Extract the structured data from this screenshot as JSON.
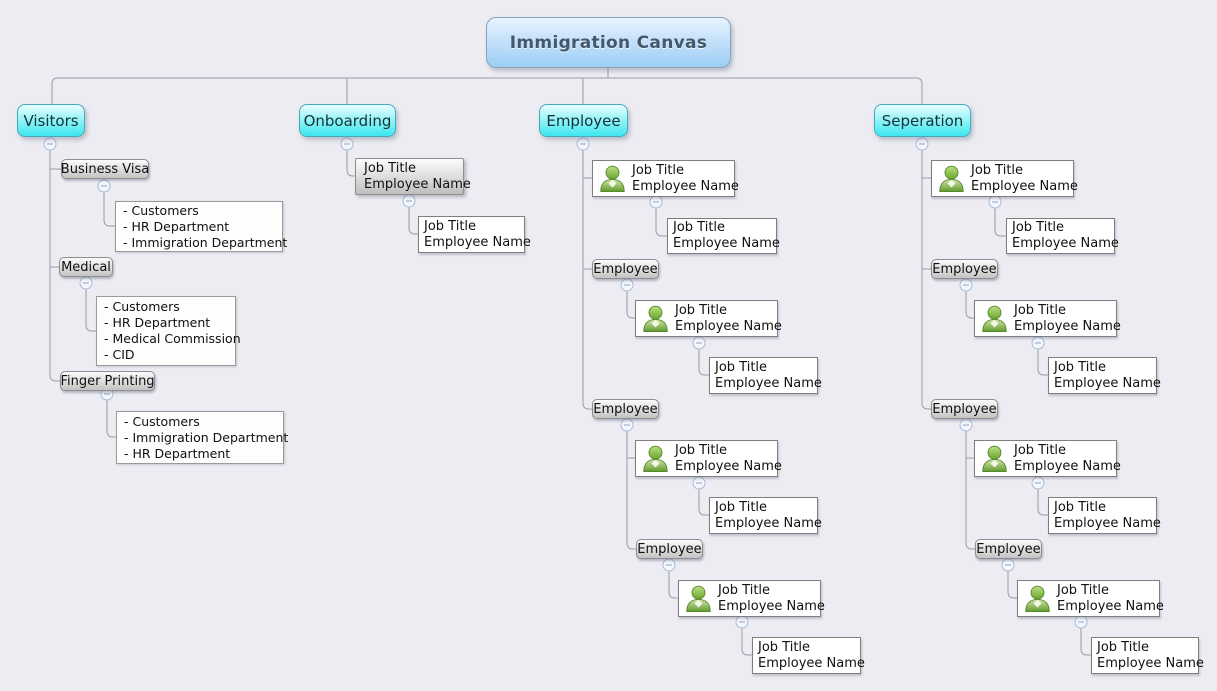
{
  "window": {
    "title": "Immigration Canvas",
    "type": "mind-map-canvas"
  },
  "map": {
    "root": {
      "label": "Immigration Canvas"
    },
    "branches": [
      {
        "label": "Visitors",
        "children": [
          {
            "label": "Business Visa",
            "note": [
              "- Customers",
              "- HR Department",
              "- Immigration Department"
            ]
          },
          {
            "label": "Medical",
            "note": [
              "- Customers",
              "- HR Department",
              "- Medical Commission",
              "- CID"
            ]
          },
          {
            "label": "Finger Printing",
            "note": [
              "- Customers",
              "- Immigration Department",
              "- HR Department"
            ]
          }
        ]
      },
      {
        "label": "Onboarding",
        "children": [
          {
            "title": "Job Title",
            "name": "Employee Name",
            "children": [
              {
                "title": "Job Title",
                "name": "Employee Name"
              }
            ]
          }
        ]
      },
      {
        "label": "Employee",
        "children": [
          {
            "title": "Job Title",
            "name": "Employee Name",
            "icon": "person",
            "children": [
              {
                "title": "Job Title",
                "name": "Employee Name"
              }
            ]
          },
          {
            "label": "Employee",
            "children": [
              {
                "title": "Job Title",
                "name": "Employee Name",
                "icon": "person",
                "children": [
                  {
                    "title": "Job Title",
                    "name": "Employee Name"
                  }
                ]
              }
            ]
          },
          {
            "label": "Employee",
            "children": [
              {
                "title": "Job Title",
                "name": "Employee Name",
                "icon": "person",
                "children": [
                  {
                    "title": "Job Title",
                    "name": "Employee Name"
                  }
                ]
              },
              {
                "label": "Employee",
                "children": [
                  {
                    "title": "Job Title",
                    "name": "Employee Name",
                    "icon": "person",
                    "children": [
                      {
                        "title": "Job Title",
                        "name": "Employee Name"
                      }
                    ]
                  }
                ]
              }
            ]
          }
        ]
      },
      {
        "label": "Seperation",
        "children": [
          {
            "title": "Job Title",
            "name": "Employee Name",
            "icon": "person",
            "children": [
              {
                "title": "Job Title",
                "name": "Employee Name"
              }
            ]
          },
          {
            "label": "Employee",
            "children": [
              {
                "title": "Job Title",
                "name": "Employee Name",
                "icon": "person",
                "children": [
                  {
                    "title": "Job Title",
                    "name": "Employee Name"
                  }
                ]
              }
            ]
          },
          {
            "label": "Employee",
            "children": [
              {
                "title": "Job Title",
                "name": "Employee Name",
                "icon": "person",
                "children": [
                  {
                    "title": "Job Title",
                    "name": "Employee Name"
                  }
                ]
              },
              {
                "label": "Employee",
                "children": [
                  {
                    "title": "Job Title",
                    "name": "Employee Name",
                    "icon": "person",
                    "children": [
                      {
                        "title": "Job Title",
                        "name": "Employee Name"
                      }
                    ]
                  }
                ]
              }
            ]
          }
        ]
      }
    ]
  },
  "icons": {
    "person": "green-person-icon",
    "collapse": "minus-toggle-icon"
  },
  "colors": {
    "canvas_bg": "#ECECF2",
    "root_fill": "#A9D3F7",
    "branch_fill": "#3FE6EF",
    "person_green": "#76B043",
    "connector_line": "#989CA4",
    "toggle_ring": "#A9B9DA"
  }
}
